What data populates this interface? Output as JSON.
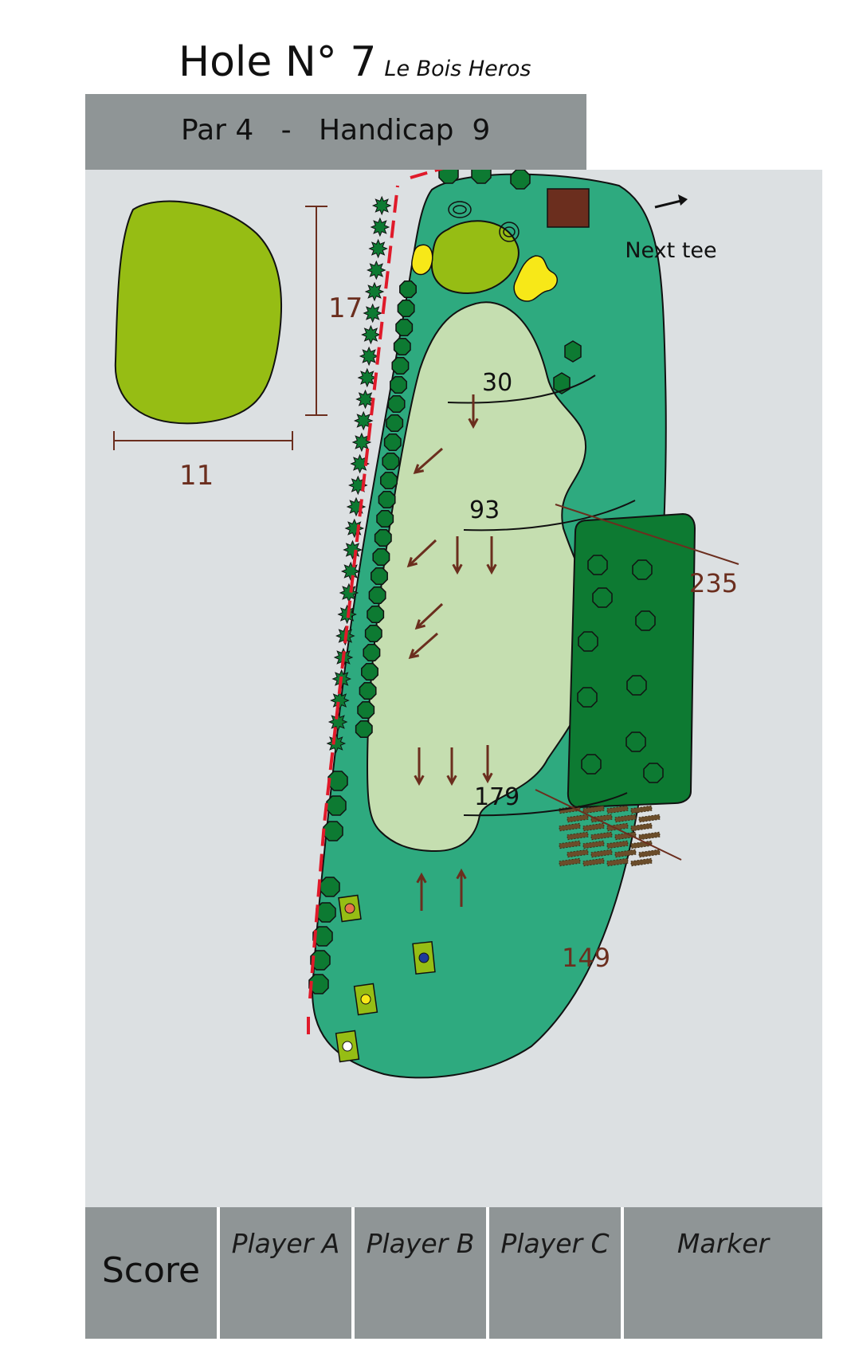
{
  "header": {
    "hole_title": "Hole N° 7",
    "course_name": "Le Bois Heros",
    "par_handicap": "Par 4   -   Handicap  9"
  },
  "green_dimensions": {
    "length": "17",
    "width": "11"
  },
  "distances": {
    "d30": "30",
    "d93": "93",
    "d179": "179",
    "d235": "235",
    "d149": "149"
  },
  "next_tee": {
    "label": "Next tee"
  },
  "score_table": {
    "label": "Score",
    "columns": [
      "Player A",
      "Player B",
      "Player C",
      "Marker"
    ]
  },
  "colors": {
    "rough": "#2eaa7f",
    "fairway": "#c5deb0",
    "green": "#96bd14",
    "trees": "#0d7a32",
    "bunker": "#f7e818",
    "out_of_bounds": "#e01a2a",
    "distance_marks": "#6b2e1e",
    "panel": "#8f9596",
    "background": "#dce0e2"
  },
  "tee_markers": [
    "red",
    "blue",
    "yellow",
    "white"
  ]
}
